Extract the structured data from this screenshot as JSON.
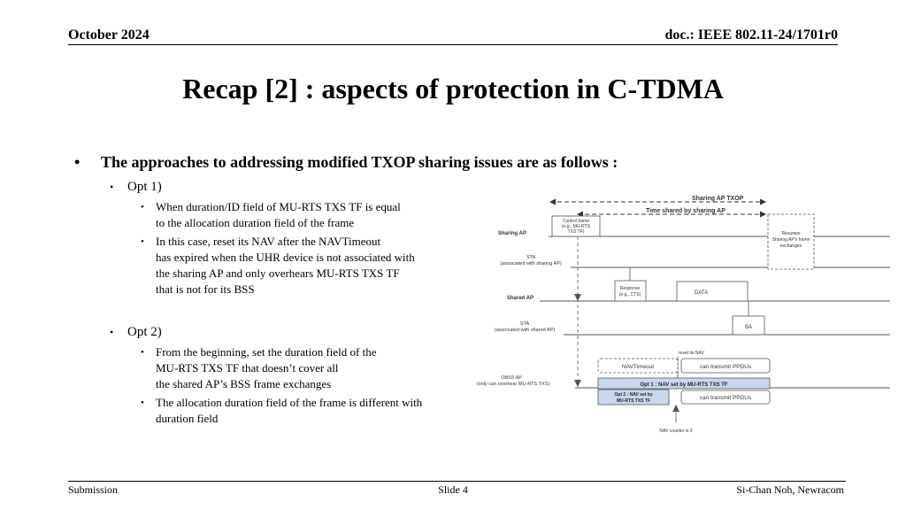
{
  "header": {
    "date": "October 2024",
    "doc": "doc.: IEEE 802.11-24/1701r0"
  },
  "title": "Recap [2] : aspects of protection in C-TDMA",
  "bullet_main": "The approaches to addressing modified TXOP sharing issues are as follows :",
  "opt1": {
    "label": "Opt 1)",
    "items": [
      "When duration/ID field of MU-RTS TXS TF is equal\nto the allocation duration field of the frame",
      "In this case, reset its NAV after the NAVTimeout\nhas expired when the UHR device is not associated with\nthe sharing AP and only overhears MU-RTS TXS TF\nthat is not for its BSS"
    ]
  },
  "opt2": {
    "label": "Opt 2)",
    "items": [
      "From the beginning, set the duration field of the\nMU-RTS TXS TF that doesn’t cover all\nthe shared AP’s BSS frame exchanges",
      "The allocation duration field of the frame is different with\nduration field"
    ]
  },
  "diagram": {
    "sharing_ap_txop": "Sharing AP TXOP",
    "time_shared": "Time shared by sharing AP",
    "rows": {
      "sharing_ap": "Sharing AP",
      "sta1_a": "STA",
      "sta1_b": "(associated with sharing AP)",
      "shared_ap": "Shared AP",
      "sta2_a": "STA",
      "sta2_b": "(associated with shared AP)",
      "obss_a": "OBSS AP",
      "obss_b": "(only can overhear MU-RTS TXS)"
    },
    "control_frame": [
      "Control frame",
      "(e.g., MU-RTS",
      "TXS TF)"
    ],
    "resumes": [
      "Resumes",
      "Sharing AP's frame",
      "exchanges"
    ],
    "response": [
      "Response",
      "(e.g., CTS)"
    ],
    "data": "DATA",
    "ba": "BA",
    "reset_nav": "reset its NAV",
    "navtimeout": "NAVTimeout",
    "can_transmit": "can transmit PPDUs",
    "opt1_bar": "Opt 1 : NAV set by MU-RTS TXS TF",
    "opt2_bar": [
      "Opt 2 : NAV set by",
      "MU-RTS TXS TF"
    ],
    "nav_counter": "NAV counter is 0"
  },
  "footer": {
    "left": "Submission",
    "center": "Slide 4",
    "right": "Si-Chan Noh, Newracom"
  }
}
